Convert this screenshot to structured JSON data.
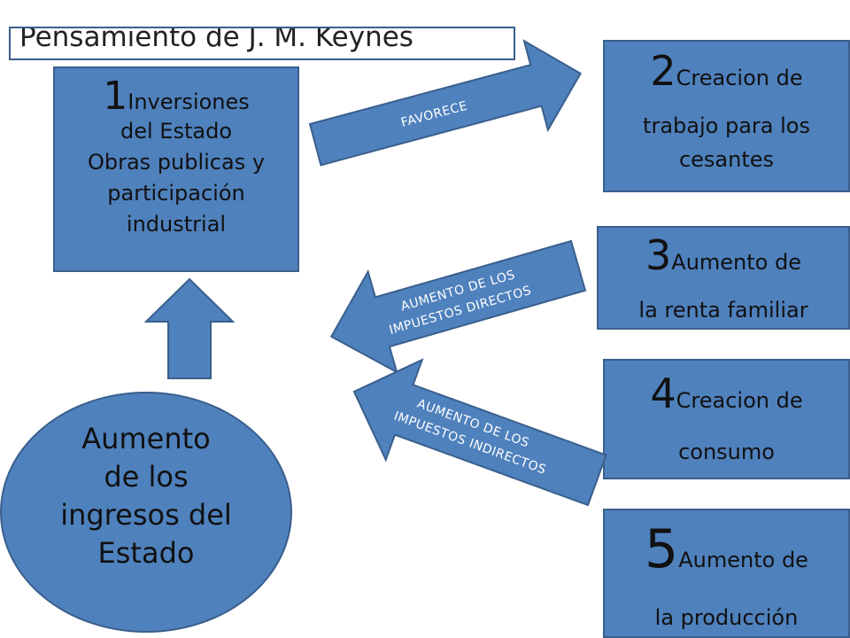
{
  "title": "Pensamiento de J. M. Keynes",
  "box1": {
    "number": "1",
    "lines": [
      "Inversiones",
      "del Estado",
      "Obras publicas y",
      "participación",
      "industrial"
    ]
  },
  "box2": {
    "number": "2",
    "lines": [
      "Creacion de",
      "trabajo para los",
      "cesantes"
    ]
  },
  "box3": {
    "number": "3",
    "lines": [
      "Aumento  de",
      "la renta familiar"
    ]
  },
  "box4": {
    "number": "4",
    "lines": [
      "Creacion de",
      "consumo"
    ]
  },
  "box5": {
    "number": "5",
    "lines": [
      "Aumento de",
      "la producción"
    ]
  },
  "ellipse": {
    "lines": [
      "Aumento",
      "de los",
      "ingresos del",
      "Estado"
    ]
  },
  "arrows": {
    "favorece": "FAVORECE",
    "directos": [
      "AUMENTO DE LOS",
      "IMPUESTOS DIRECTOS"
    ],
    "indirectos": [
      "AUMENTO DE LOS",
      "IMPUESTOS INDIRECTOS"
    ]
  },
  "colors": {
    "fill": "#4f81bd",
    "stroke": "#3a5f8c"
  }
}
